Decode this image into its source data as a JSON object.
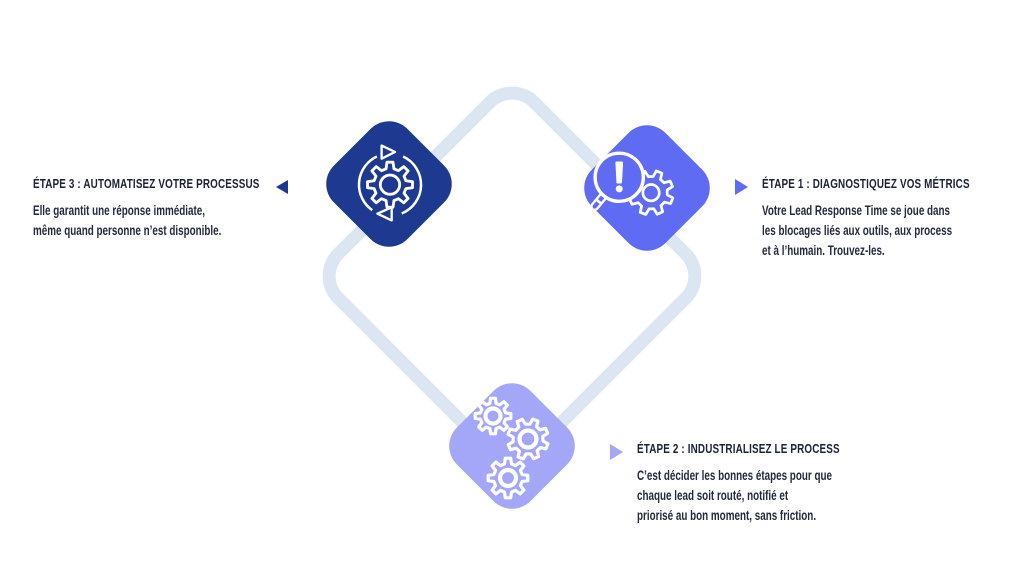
{
  "colors": {
    "background": "#ffffff",
    "loop_outline": "#dbe6f2",
    "step1_blue": "#5e6bf2",
    "step2_lavender": "#a4a6f7",
    "step3_navy": "#1d3a90",
    "title_text": "#1c2236",
    "body_text": "#232a3c"
  },
  "steps": [
    {
      "label": "ÉTAPE 1 : DIAGNOSTIQUEZ VOS MÉTRICS",
      "body": "Votre Lead Response Time se joue dans\nles blocages liés aux outils, aux process\net à l’humain. Trouvez-les.",
      "icon": "magnifier-alert-gear-icon",
      "pointer": "right-triangle"
    },
    {
      "label": "ÉTAPE 2 : INDUSTRIALISEZ LE PROCESS",
      "body": "C’est décider les bonnes étapes pour que\nchaque lead soit routé, notifié et\npriorisé au bon moment, sans friction.",
      "icon": "three-gears-icon",
      "pointer": "right-triangle"
    },
    {
      "label": "ÉTAPE 3 : AUTOMATISEZ VOTRE PROCESSUS",
      "body": "Elle garantit une réponse immédiate,\nmême quand personne n’est disponible.",
      "icon": "gear-sync-arrows-icon",
      "pointer": "left-triangle"
    }
  ]
}
